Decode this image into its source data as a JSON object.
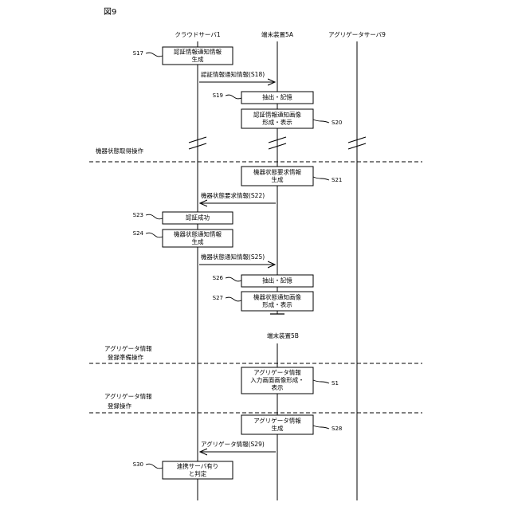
{
  "figure_label": "図9",
  "lifelines": [
    {
      "id": "cloud",
      "label": "クラウドサーバ1"
    },
    {
      "id": "terminal_a",
      "label": "端末装置5A"
    },
    {
      "id": "aggregator",
      "label": "アグリゲータサーバ9"
    }
  ],
  "terminal_b_label": "端末装置5B",
  "sections": [
    {
      "id": "device_state",
      "label": [
        "機器状態取得操作"
      ]
    },
    {
      "id": "reg_prep",
      "label": [
        "アグリゲータ情報",
        "登録準備操作"
      ]
    },
    {
      "id": "reg",
      "label": [
        "アグリゲータ情報",
        "登録操作"
      ]
    }
  ],
  "steps": [
    {
      "id": "S17",
      "step": "S17",
      "lines": [
        "認証情報通知情報",
        "生成"
      ]
    },
    {
      "id": "S18",
      "message": "認証情報通知情報(S18)"
    },
    {
      "id": "S19",
      "step": "S19",
      "lines": [
        "抽出・記憶"
      ]
    },
    {
      "id": "S20",
      "step": "S20",
      "lines": [
        "認証情報通知画像",
        "形成・表示"
      ]
    },
    {
      "id": "S21",
      "step": "S21",
      "lines": [
        "機器状態要求情報",
        "生成"
      ]
    },
    {
      "id": "S22",
      "message": "機器状態要求情報(S22)"
    },
    {
      "id": "S23",
      "step": "S23",
      "lines": [
        "認証成功"
      ]
    },
    {
      "id": "S24",
      "step": "S24",
      "lines": [
        "機器状態通知情報",
        "生成"
      ]
    },
    {
      "id": "S25",
      "message": "機器状態通知情報(S25)"
    },
    {
      "id": "S26",
      "step": "S26",
      "lines": [
        "抽出・記憶"
      ]
    },
    {
      "id": "S27",
      "step": "S27",
      "lines": [
        "機器状態通知画像",
        "形成・表示"
      ]
    },
    {
      "id": "S1",
      "step": "S1",
      "lines": [
        "アグリゲータ情報",
        "入力画面画像形成・",
        "表示"
      ]
    },
    {
      "id": "S28",
      "step": "S28",
      "lines": [
        "アグリゲータ情報",
        "生成"
      ]
    },
    {
      "id": "S29",
      "message": "アグリゲータ情報(S29)"
    },
    {
      "id": "S30",
      "step": "S30",
      "lines": [
        "連携サーバ有り",
        "と判定"
      ]
    }
  ]
}
